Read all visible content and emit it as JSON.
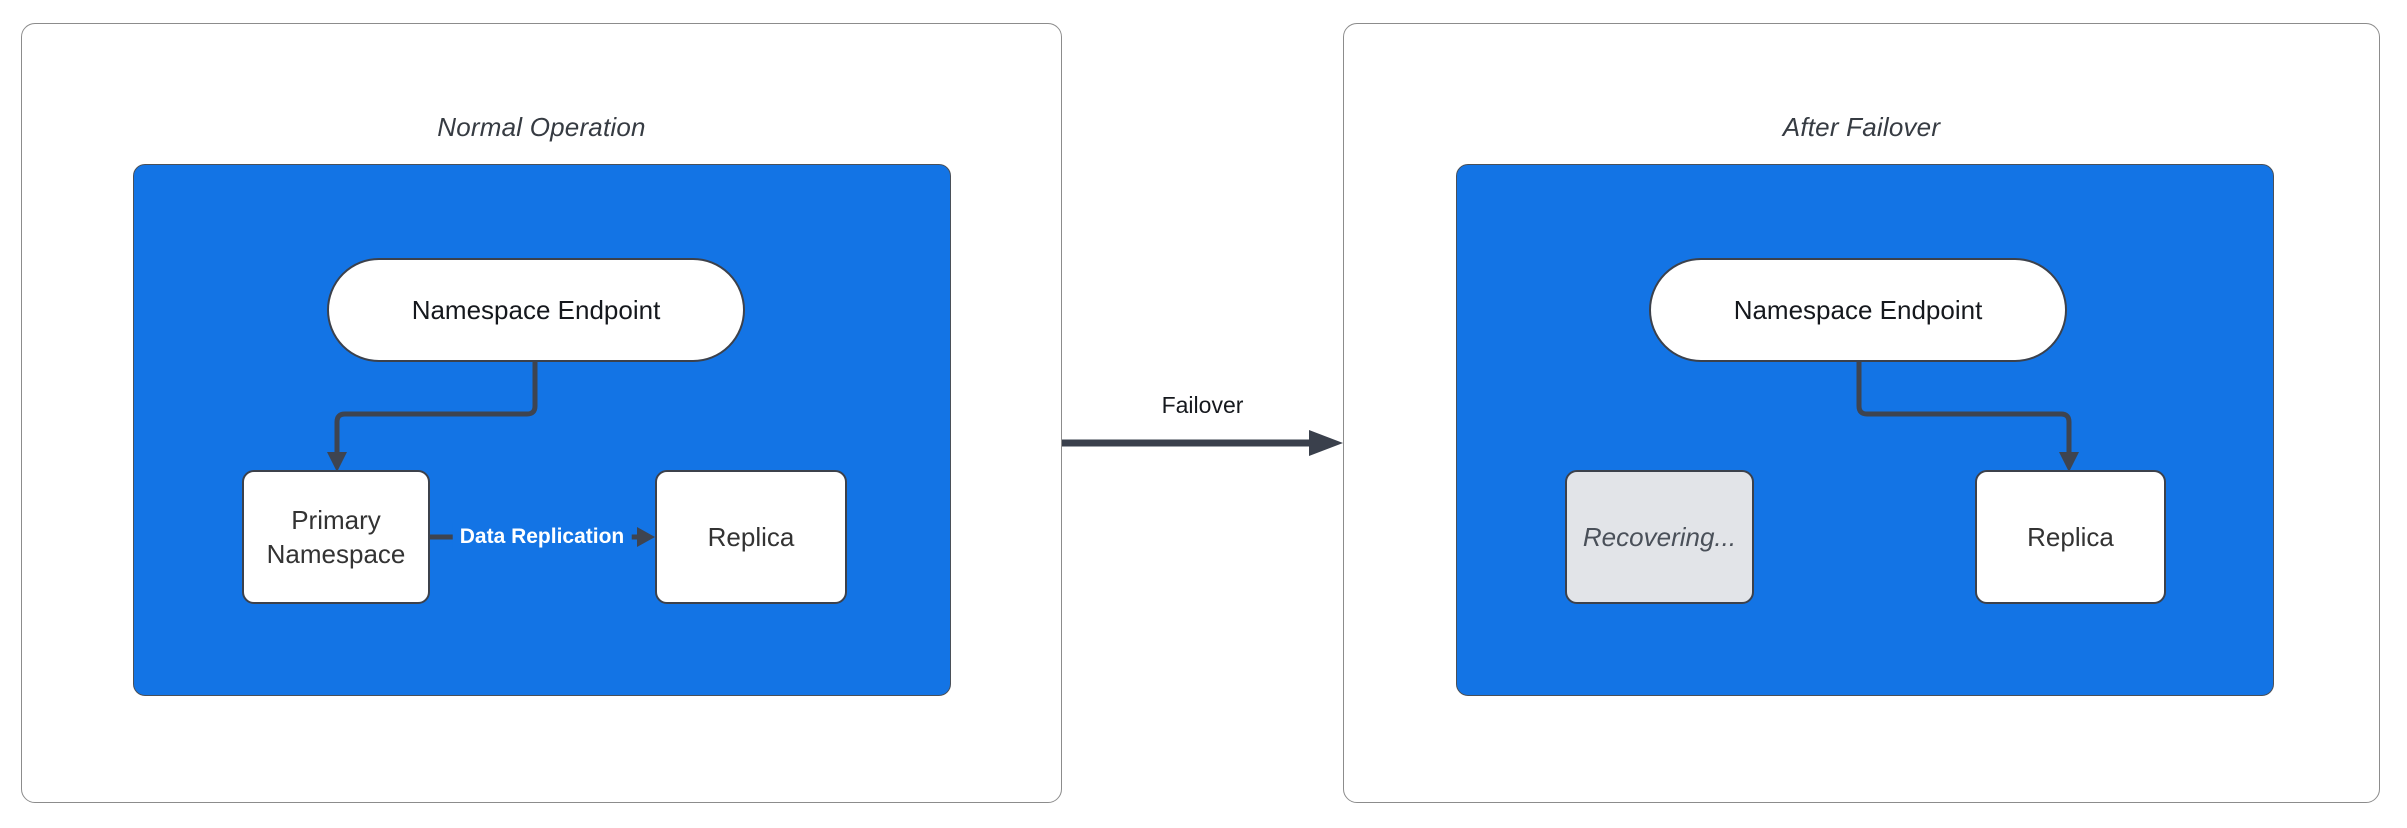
{
  "panels": [
    {
      "title": "Normal Operation",
      "endpoint": "Namespace Endpoint",
      "left_node": "Primary Namespace",
      "right_node": "Replica",
      "edge_label": "Data Replication"
    },
    {
      "title": "After Failover",
      "endpoint": "Namespace Endpoint",
      "left_node": "Recovering...",
      "right_node": "Replica"
    }
  ],
  "transition": {
    "label": "Failover"
  },
  "colors": {
    "cluster_fill": "#1374E5",
    "node_fill": "#FFFFFF",
    "disabled_node_fill": "#E2E4E8",
    "node_stroke": "#3C414B",
    "arrow_stroke": "#3E4450",
    "transition_arrow": "#3A404C",
    "panel_border": "#8C8C8C",
    "edge_label_text": "#FFFFFF",
    "title_text": "#363B42",
    "node_text": "#333333",
    "disabled_node_text": "#4A5059"
  }
}
